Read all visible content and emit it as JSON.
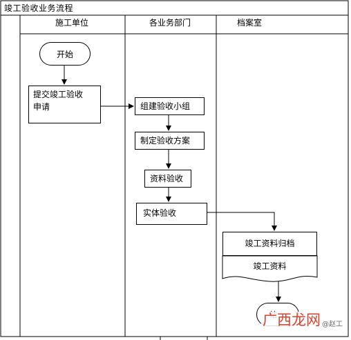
{
  "title": "竣工验收业务流程",
  "lanes": [
    {
      "header": "施工单位"
    },
    {
      "header": "各业务部门"
    },
    {
      "header": "档案室"
    }
  ],
  "nodes": {
    "start": "开始",
    "submit": [
      "提交竣工验收",
      "申请"
    ],
    "team": "组建验收小组",
    "plan": "制定验收方案",
    "docs_check": "资料验收",
    "physical_check": "实体验收",
    "archive": "竣工资料归档",
    "materials": "竣工资料",
    "end_partial": "结"
  },
  "watermark": {
    "logo": "广西龙网",
    "handle": "@赵工"
  }
}
